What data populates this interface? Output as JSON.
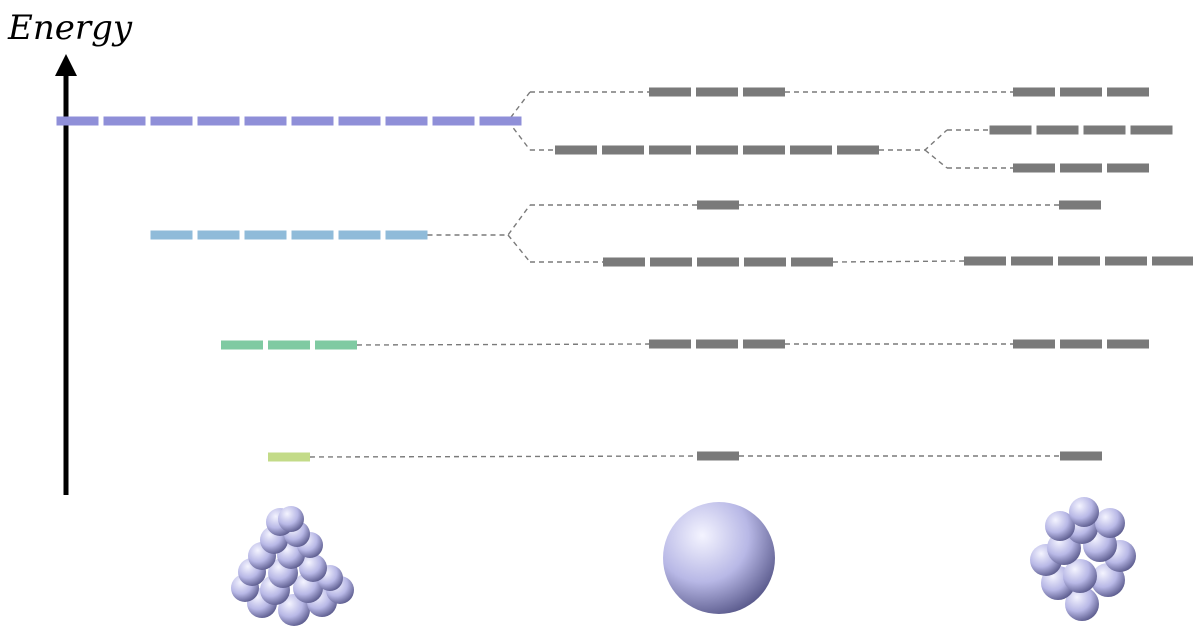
{
  "axis": {
    "label": "Energy"
  },
  "colors": {
    "level_1": "#8f8fd8",
    "level_2": "#8fbbd9",
    "level_3": "#7fcaa2",
    "level_4": "#c3db88",
    "split_level": "#7a7a7a",
    "connector": "#7a7a7a",
    "sphere_light": "#f4f4ff",
    "sphere_mid": "#b8b8e6",
    "sphere_dark": "#5a5a8c"
  },
  "structures": [
    {
      "id": "pyramid-cluster",
      "shape": "tetrahedral-cluster"
    },
    {
      "id": "sphere",
      "shape": "sphere"
    },
    {
      "id": "icosahedral-cluster",
      "shape": "icosahedral-cluster"
    }
  ],
  "levels": [
    {
      "id": "level-1",
      "color_key": "level_1",
      "degeneracy": 10,
      "middle": [
        3,
        7
      ],
      "right": [
        [
          4,
          3
        ],
        3
      ]
    },
    {
      "id": "level-2",
      "color_key": "level_2",
      "degeneracy": 6,
      "middle": [
        1,
        5
      ],
      "right": [
        1,
        5
      ]
    },
    {
      "id": "level-3",
      "color_key": "level_3",
      "degeneracy": 3,
      "middle": [
        3
      ],
      "right": [
        3
      ]
    },
    {
      "id": "level-4",
      "color_key": "level_4",
      "degeneracy": 1,
      "middle": [
        1
      ],
      "right": [
        1
      ]
    }
  ]
}
